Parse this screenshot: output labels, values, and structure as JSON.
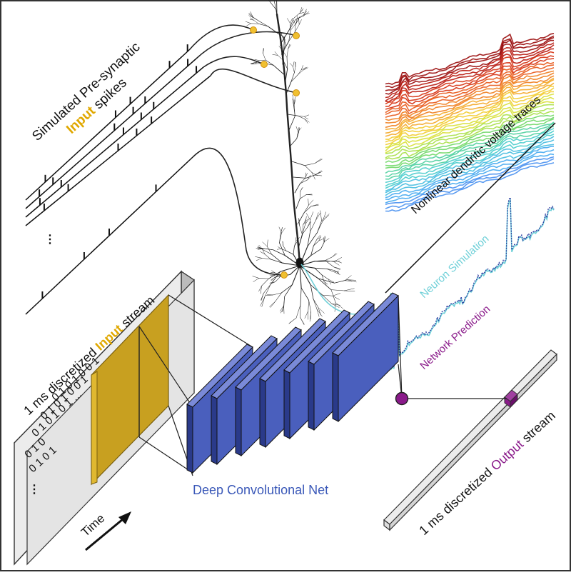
{
  "colors": {
    "input_accent": "#e0a800",
    "output_accent": "#8a1a8a",
    "conv_blue": "#4a5fbd",
    "conv_blue_dark": "#2a3a8a",
    "neuron_sim": "#6fd0d8",
    "prediction": "#2a3aa0",
    "synapse": "#f0c030",
    "frame_border": "#333333"
  },
  "labels": {
    "spikes_prefix": "Simulated Pre-synaptic",
    "spikes_accent": "Input",
    "spikes_suffix": " spikes",
    "input_stream_prefix": "1 ms discretized ",
    "input_stream_accent": "Input",
    "input_stream_suffix": " stream",
    "output_stream_prefix": "1 ms discretized ",
    "output_stream_accent": "Output",
    "output_stream_suffix": " stream",
    "voltage_traces": "Nonlinear dendritic voltage traces",
    "neuron_simulation": "Neuron Simulation",
    "network_prediction": "Network Prediction",
    "deep_net": "Deep Convolutional Net",
    "time": "Time",
    "ellipsis": "⋮"
  },
  "binary_rows": [
    "0 1 0 1 0 0 1",
    "0 1 0 1 0 0 1",
    "0 1 0 1 0 1 ...",
    "0 1 0",
    "0 1 0 1"
  ],
  "icons": {
    "synapse": "synapse-dot-icon",
    "time_arrow": "time-arrow-icon",
    "output_node": "output-node-icon"
  }
}
